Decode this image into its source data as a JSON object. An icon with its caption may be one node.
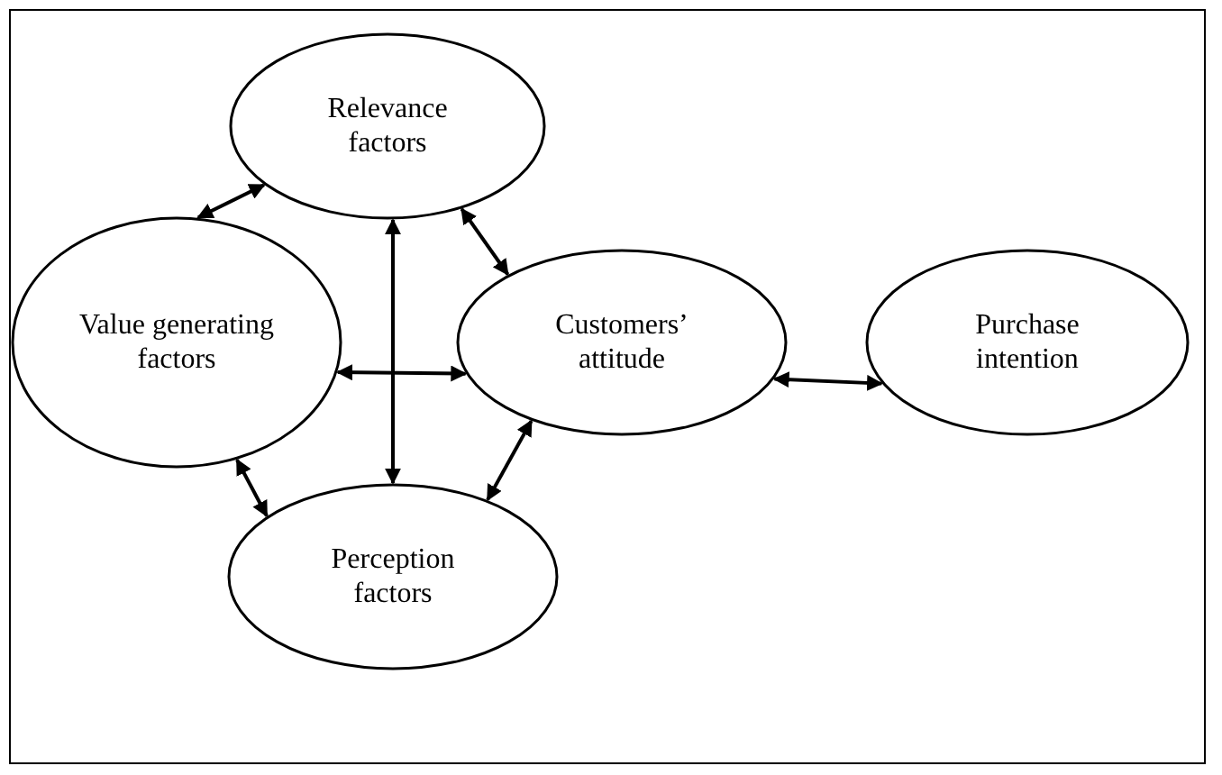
{
  "diagram": {
    "nodes": [
      {
        "text": [
          "Relevance factors"
        ]
      },
      {
        "text": [
          "Value generating factors"
        ]
      },
      {
        "text": [
          "Customers’ attitude"
        ]
      },
      {
        "text": [
          "Purchase intention"
        ]
      },
      {
        "text": [
          "Perception factors"
        ]
      }
    ],
    "edges": [
      {
        "from": 1,
        "to": 0,
        "arrow": "both"
      },
      {
        "from": 0,
        "to": 4,
        "arrow": "both"
      },
      {
        "from": 0,
        "to": 2,
        "arrow": "both"
      },
      {
        "from": 1,
        "to": 2,
        "arrow": "both"
      },
      {
        "from": 1,
        "to": 4,
        "arrow": "both"
      },
      {
        "from": 2,
        "to": 4,
        "arrow": "both"
      },
      {
        "from": 2,
        "to": 3,
        "arrow": "both"
      }
    ]
  }
}
